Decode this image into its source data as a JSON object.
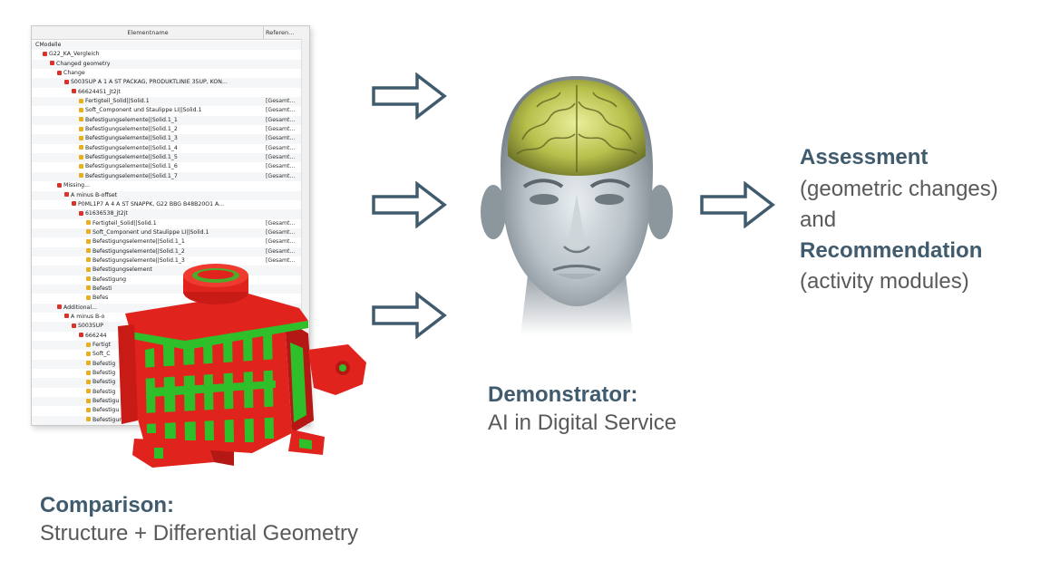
{
  "tree": {
    "col_name": "Elementname",
    "col_ref": "Referen...",
    "rows": [
      {
        "indent": 0,
        "name": "CModelle",
        "ref": "",
        "icon": "none"
      },
      {
        "indent": 1,
        "name": "G22_KA_Vergleich",
        "ref": "",
        "icon": "red"
      },
      {
        "indent": 2,
        "name": "Changed geometry",
        "ref": "",
        "icon": "red"
      },
      {
        "indent": 3,
        "name": "Change",
        "ref": "",
        "icon": "red"
      },
      {
        "indent": 4,
        "name": "S0035UP A  1 A ST PACKAG, PRODUKTLINIE 35UP, KON...",
        "ref": "",
        "icon": "red"
      },
      {
        "indent": 5,
        "name": "66624451_jt2jt",
        "ref": "",
        "icon": "red"
      },
      {
        "indent": 6,
        "name": "Fertigteil_Solid||Solid.1",
        "ref": "[Gesamt...",
        "icon": "yellow"
      },
      {
        "indent": 6,
        "name": "Soft_Component und Staulippe LI||Solid.1",
        "ref": "[Gesamt...",
        "icon": "yellow"
      },
      {
        "indent": 6,
        "name": "Befestigungselemente||Solid.1_1",
        "ref": "[Gesamt...",
        "icon": "yellow"
      },
      {
        "indent": 6,
        "name": "Befestigungselemente||Solid.1_2",
        "ref": "[Gesamt...",
        "icon": "yellow"
      },
      {
        "indent": 6,
        "name": "Befestigungselemente||Solid.1_3",
        "ref": "[Gesamt...",
        "icon": "yellow"
      },
      {
        "indent": 6,
        "name": "Befestigungselemente||Solid.1_4",
        "ref": "[Gesamt...",
        "icon": "yellow"
      },
      {
        "indent": 6,
        "name": "Befestigungselemente||Solid.1_5",
        "ref": "[Gesamt...",
        "icon": "yellow"
      },
      {
        "indent": 6,
        "name": "Befestigungselemente||Solid.1_6",
        "ref": "[Gesamt...",
        "icon": "yellow"
      },
      {
        "indent": 6,
        "name": "Befestigungselemente||Solid.1_7",
        "ref": "[Gesamt...",
        "icon": "yellow"
      },
      {
        "indent": 3,
        "name": "Missing...",
        "ref": "",
        "icon": "red"
      },
      {
        "indent": 4,
        "name": "A minus B-offset",
        "ref": "",
        "icon": "red"
      },
      {
        "indent": 5,
        "name": "P0ML1P7 A  4 A ST SNAPPK, G22 BBG B48B20O1 A...",
        "ref": "",
        "icon": "red"
      },
      {
        "indent": 6,
        "name": "61636538_jt2jt",
        "ref": "",
        "icon": "red"
      },
      {
        "indent": 7,
        "name": "Fertigteil_Solid||Solid.1",
        "ref": "[Gesamt...",
        "icon": "yellow"
      },
      {
        "indent": 7,
        "name": "Soft_Component und Staulippe LI||Solid.1",
        "ref": "[Gesamt...",
        "icon": "yellow"
      },
      {
        "indent": 7,
        "name": "Befestigungselemente||Solid.1_1",
        "ref": "[Gesamt...",
        "icon": "yellow"
      },
      {
        "indent": 7,
        "name": "Befestigungselemente||Solid.1_2",
        "ref": "[Gesamt...",
        "icon": "yellow"
      },
      {
        "indent": 7,
        "name": "Befestigungselemente||Solid.1_3",
        "ref": "[Gesamt...",
        "icon": "yellow"
      },
      {
        "indent": 7,
        "name": "Befestigungselement",
        "ref": "",
        "icon": "yellow"
      },
      {
        "indent": 7,
        "name": "Befestigung",
        "ref": "",
        "icon": "yellow"
      },
      {
        "indent": 7,
        "name": "Befesti",
        "ref": "",
        "icon": "yellow"
      },
      {
        "indent": 7,
        "name": "Befes",
        "ref": "",
        "icon": "yellow"
      },
      {
        "indent": 3,
        "name": "Additional...",
        "ref": "",
        "icon": "red"
      },
      {
        "indent": 4,
        "name": "A minus B-o",
        "ref": "",
        "icon": "red"
      },
      {
        "indent": 5,
        "name": "S0035UP",
        "ref": "",
        "icon": "red"
      },
      {
        "indent": 6,
        "name": "666244",
        "ref": "",
        "icon": "red"
      },
      {
        "indent": 7,
        "name": "Fertigt",
        "ref": "",
        "icon": "yellow"
      },
      {
        "indent": 7,
        "name": "Soft_C",
        "ref": "",
        "icon": "yellow"
      },
      {
        "indent": 7,
        "name": "Befestig",
        "ref": "",
        "icon": "yellow"
      },
      {
        "indent": 7,
        "name": "Befestig",
        "ref": "",
        "icon": "yellow"
      },
      {
        "indent": 7,
        "name": "Befestig",
        "ref": "",
        "icon": "yellow"
      },
      {
        "indent": 7,
        "name": "Befestig",
        "ref": "",
        "icon": "yellow"
      },
      {
        "indent": 7,
        "name": "Befestigu",
        "ref": "",
        "icon": "yellow"
      },
      {
        "indent": 7,
        "name": "Befestigu",
        "ref": "",
        "icon": "yellow"
      },
      {
        "indent": 7,
        "name": "Befestigun",
        "ref": "",
        "icon": "yellow"
      }
    ]
  },
  "comparison": {
    "title": "Comparison:",
    "subtitle": "Structure + Differential Geometry"
  },
  "demonstrator": {
    "title": "Demonstrator:",
    "subtitle": "AI in Digital Service"
  },
  "result": {
    "assessment": "Assessment",
    "assessment_detail": "(geometric changes)",
    "connector": "and",
    "recommendation": "Recommendation",
    "recommendation_detail": "(activity modules)"
  },
  "colors": {
    "title_color": "#3f5b6d",
    "text_color": "#595959",
    "arrow_stroke": "#3f5b6d",
    "part_red": "#e0231c",
    "part_green": "#2fbf2a"
  },
  "icons": {
    "arrow": "right-arrow-outline-icon",
    "head": "ai-head-brain-icon",
    "part": "3d-part-comparison-model"
  }
}
